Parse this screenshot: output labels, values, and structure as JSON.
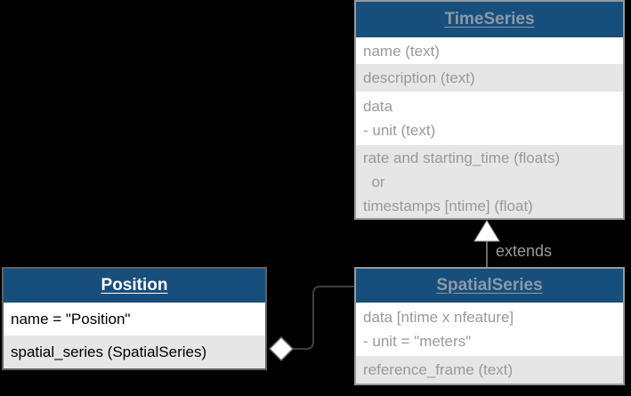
{
  "diagram": {
    "type": "uml-class-diagram",
    "topic": "NWB Position / SpatialSeries / TimeSeries"
  },
  "colors": {
    "canvas_background": "#000000",
    "header_background": "#174f7c",
    "dimmed_title_text": "#8d99a5",
    "dimmed_body_text": "#999999",
    "dimmed_border": "#999999",
    "highlight_title_text": "#ffffff",
    "highlight_body_text": "#000000",
    "highlight_border": "#606060",
    "row_background": "#ffffff",
    "row_alt_background": "#e6e6e6",
    "extends_connector": "#8c8c8c",
    "aggregation_connector": "#3f3f3f",
    "arrowhead_fill": "#ffffff"
  },
  "classes": [
    {
      "id": "timeseries",
      "title": "TimeSeries",
      "state": "dimmed",
      "rows": [
        {
          "lines": [
            "name (text)"
          ]
        },
        {
          "lines": [
            "description (text)"
          ]
        },
        {
          "lines": [
            "data",
            "- unit (text)"
          ]
        },
        {
          "lines": [
            "rate and starting_time (floats)",
            "  or",
            "timestamps [ntime] (float)"
          ]
        }
      ]
    },
    {
      "id": "spatialseries",
      "title": "SpatialSeries",
      "state": "dimmed",
      "rows": [
        {
          "lines": [
            "data [ntime x nfeature]",
            "- unit = \"meters\""
          ]
        },
        {
          "lines": [
            "reference_frame (text)"
          ]
        }
      ]
    },
    {
      "id": "position",
      "title": "Position",
      "state": "active",
      "rows": [
        {
          "lines": [
            "name = \"Position\""
          ]
        },
        {
          "lines": [
            "spatial_series (SpatialSeries)"
          ]
        }
      ]
    }
  ],
  "relationships": {
    "extends_label": "extends",
    "extends_from": "SpatialSeries",
    "extends_to": "TimeSeries",
    "aggregation_from": "Position",
    "aggregation_to": "SpatialSeries"
  }
}
